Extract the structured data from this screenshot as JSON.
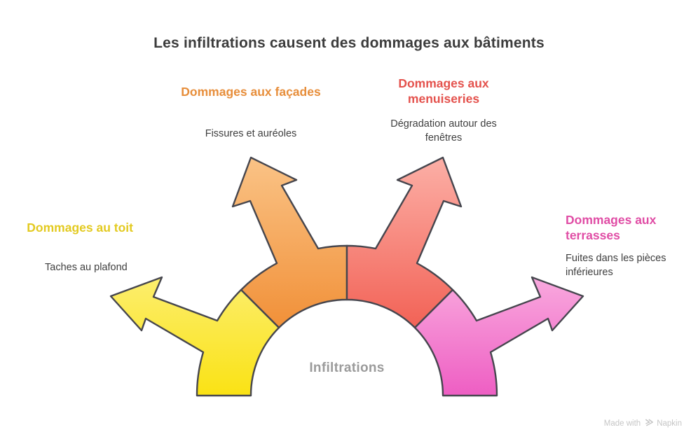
{
  "title": "Les infiltrations causent des dommages aux bâtiments",
  "hub": {
    "label": "Infiltrations"
  },
  "branches": [
    {
      "key": "toit",
      "label": "Dommages au toit",
      "description": "Taches au plafond",
      "label_color": "#E3CA20",
      "arrow_fill_top": "#FCEE6E",
      "arrow_fill_bottom": "#FAE214"
    },
    {
      "key": "facades",
      "label": "Dommages aux façades",
      "description": "Fissures et auréoles",
      "label_color": "#E78E3B",
      "arrow_fill_top": "#FAC386",
      "arrow_fill_bottom": "#F19038"
    },
    {
      "key": "menuiseries",
      "label": "Dommages aux menuiseries",
      "description": "Dégradation autour des fenêtres",
      "label_color": "#E4524D",
      "arrow_fill_top": "#FCAFA6",
      "arrow_fill_bottom": "#F26256"
    },
    {
      "key": "terrasses",
      "label": "Dommages aux terrasses",
      "description": "Fuites dans les pièces inférieures",
      "label_color": "#E04DA5",
      "arrow_fill_top": "#F9A9DE",
      "arrow_fill_bottom": "#EE5EC3"
    }
  ],
  "footer": {
    "made_with": "Made with",
    "brand": "Napkin"
  },
  "colors": {
    "background": "#FFFFFF",
    "title_text": "#3C3C3C",
    "description_text": "#3E3E3E",
    "hub_label_text": "#9B9B9B",
    "shape_outline": "#46464E",
    "footer_text": "#C6C6C6"
  }
}
